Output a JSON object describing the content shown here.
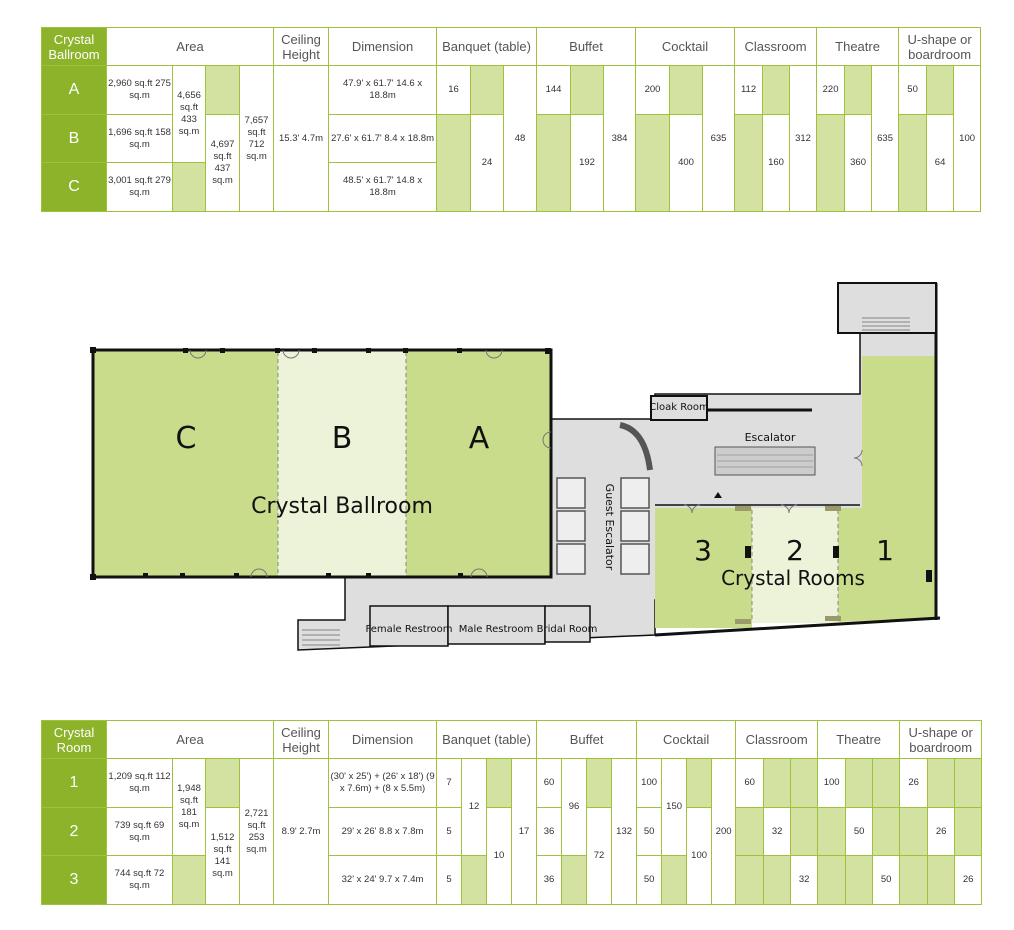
{
  "colors": {
    "accent": "#8cb32a",
    "light_green": "#d3e1a1",
    "pale_green": "#ecf3d9",
    "room_green": "#c9dc8c",
    "floor_grey": "#dedede"
  },
  "headers": {
    "area": "Area",
    "ceiling": "Ceiling Height",
    "dimension": "Dimension",
    "banquet": "Banquet (table)",
    "buffet": "Buffet",
    "cocktail": "Cocktail",
    "classroom": "Classroom",
    "theatre": "Theatre",
    "ushape": "U-shape or boardroom"
  },
  "ballroom_table": {
    "corner": "Crystal Ballroom",
    "rows": [
      {
        "label": "A",
        "area": "2,960 sq.ft 275 sq.m",
        "dimension": "47.9' x 61.7' 14.6 x 18.8m",
        "banquet": "16",
        "buffet": "144",
        "cocktail": "200",
        "classroom": "112",
        "theatre": "220",
        "ushape": "50"
      },
      {
        "label": "B",
        "area": "1,696 sq.ft 158 sq.m",
        "dimension": "27.6' x 61.7' 8.4 x 18.8m"
      },
      {
        "label": "C",
        "area": "3,001 sq.ft 279 sq.m",
        "dimension": "48.5' x 61.7' 14.8 x 18.8m"
      }
    ],
    "area_ab": "4,656 sq.ft 433 sq.m",
    "area_bc": "4,697 sq.ft 437 sq.m",
    "area_abc": "7,657 sq.ft 712 sq.m",
    "ceiling": "15.3' 4.7m",
    "combo": {
      "banquet_bc": "24",
      "banquet_all": "48",
      "buffet_bc": "192",
      "buffet_all": "384",
      "cocktail_bc": "400",
      "cocktail_all": "635",
      "classroom_bc": "160",
      "classroom_all": "312",
      "theatre_bc": "360",
      "theatre_all": "635",
      "ushape_bc": "64",
      "ushape_all": "100"
    }
  },
  "rooms_table": {
    "corner": "Crystal Room",
    "rows": [
      {
        "label": "1",
        "area": "1,209 sq.ft 112 sq.m",
        "dimension": "(30' x 25') + (26' x 18') (9 x 7.6m) + (8 x 5.5m)",
        "banquet": "7",
        "buffet": "60",
        "cocktail": "100",
        "classroom": "60",
        "theatre": "100",
        "ushape": "26"
      },
      {
        "label": "2",
        "area": "739 sq.ft 69 sq.m",
        "dimension": "29' x 26' 8.8 x 7.8m",
        "banquet": "5",
        "buffet": "36",
        "cocktail": "50"
      },
      {
        "label": "3",
        "area": "744 sq.ft 72 sq.m",
        "dimension": "32' x 24' 9.7 x 7.4m",
        "banquet": "5",
        "buffet": "36",
        "cocktail": "50"
      }
    ],
    "area_12": "1,948 sq.ft 181 sq.m",
    "area_23": "1,512 sq.ft 141 sq.m",
    "area_123": "2,721 sq.ft 253 sq.m",
    "ceiling": "8.9' 2.7m",
    "combo": {
      "banquet_12": "12",
      "banquet_23": "10",
      "banquet_all": "17",
      "buffet_12": "96",
      "buffet_23": "72",
      "buffet_all": "132",
      "cocktail_12": "150",
      "cocktail_23": "100",
      "cocktail_all": "200",
      "classroom_2": "32",
      "classroom_3": "32",
      "theatre_2": "50",
      "theatre_3": "50",
      "ushape_2": "26",
      "ushape_3": "26"
    }
  },
  "floorplan": {
    "ballroom": "Crystal Ballroom",
    "room_c": "C",
    "room_b": "B",
    "room_a": "A",
    "cloak": "Cloak Room",
    "escalator": "Escalator",
    "guest_escalator": "Guest Escalator",
    "female": "Female Restroom",
    "male": "Male Restroom",
    "bridal": "Bridal Room",
    "crystal_rooms": "Crystal Rooms",
    "room_1": "1",
    "room_2": "2",
    "room_3": "3"
  }
}
